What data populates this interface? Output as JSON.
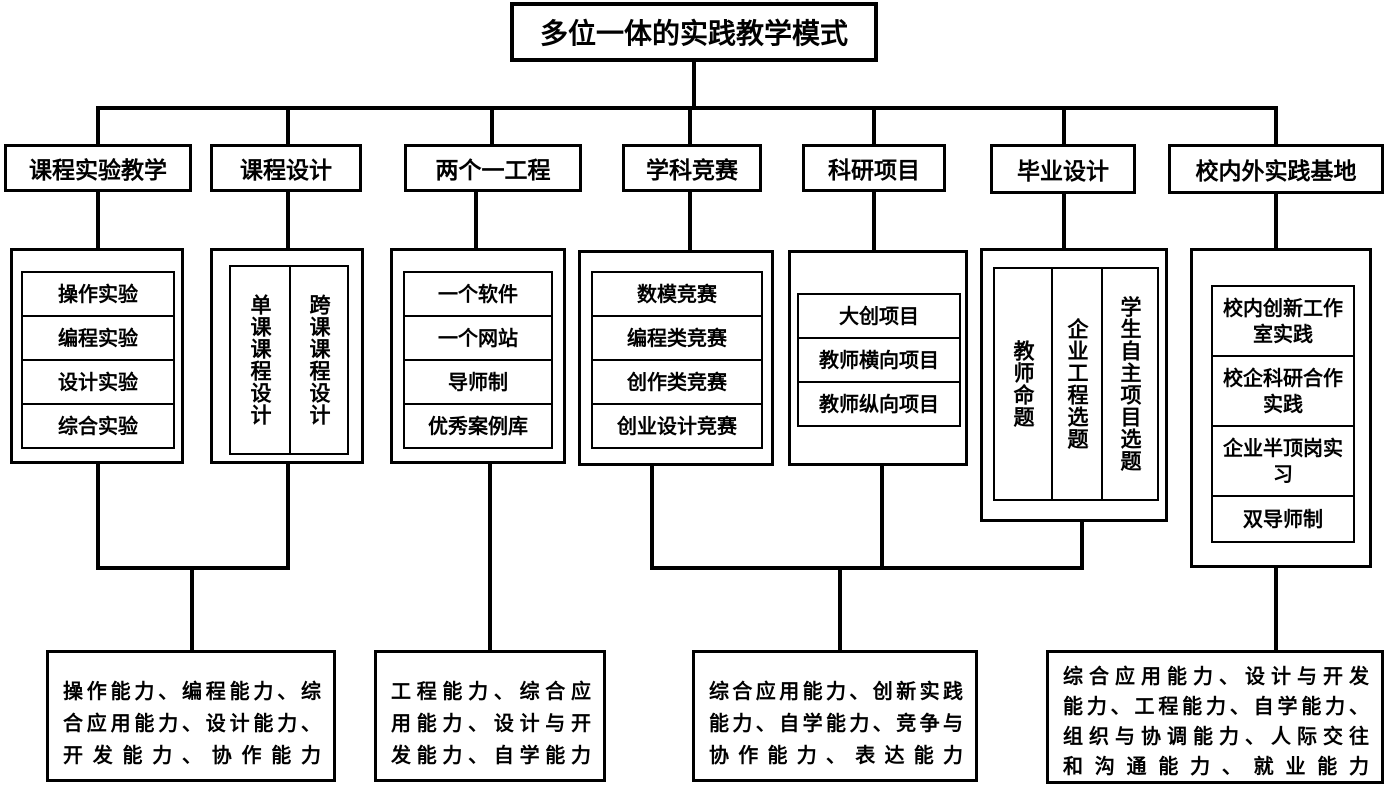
{
  "title": "多位一体的实践教学模式",
  "categories": [
    {
      "label": "课程实验教学",
      "items": [
        "操作实验",
        "编程实验",
        "设计实验",
        "综合实验"
      ]
    },
    {
      "label": "课程设计",
      "items": [
        "单课课程设计",
        "跨课课程设计"
      ]
    },
    {
      "label": "两个一工程",
      "items": [
        "一个软件",
        "一个网站",
        "导师制",
        "优秀案例库"
      ]
    },
    {
      "label": "学科竞赛",
      "items": [
        "数模竞赛",
        "编程类竞赛",
        "创作类竞赛",
        "创业设计竞赛"
      ]
    },
    {
      "label": "科研项目",
      "items": [
        "大创项目",
        "教师横向项目",
        "教师纵向项目"
      ]
    },
    {
      "label": "毕业设计",
      "items": [
        "教师命题",
        "企业工程选题",
        "学生自主项目选题"
      ]
    },
    {
      "label": "校内外实践基地",
      "items": [
        "校内创新工作室实践",
        "校企科研合作实践",
        "企业半顶岗实习",
        "双导师制"
      ]
    }
  ],
  "outcomes": [
    {
      "lines": [
        "操作能力、编程能力、综",
        "合应用能力、设计能力、",
        "开发能力、协作能力"
      ]
    },
    {
      "lines": [
        "工程能力、综合应",
        "用能力、设计与开",
        "发能力、自学能力"
      ]
    },
    {
      "lines": [
        "综合应用能力、创新实践",
        "能力、自学能力、竞争与",
        "协作能力、表达能力"
      ]
    },
    {
      "lines": [
        "综合应用能力、设计与开发",
        "能力、工程能力、自学能力、",
        "组织与协调能力、人际交往",
        "和沟通能力、就业能力"
      ]
    }
  ]
}
